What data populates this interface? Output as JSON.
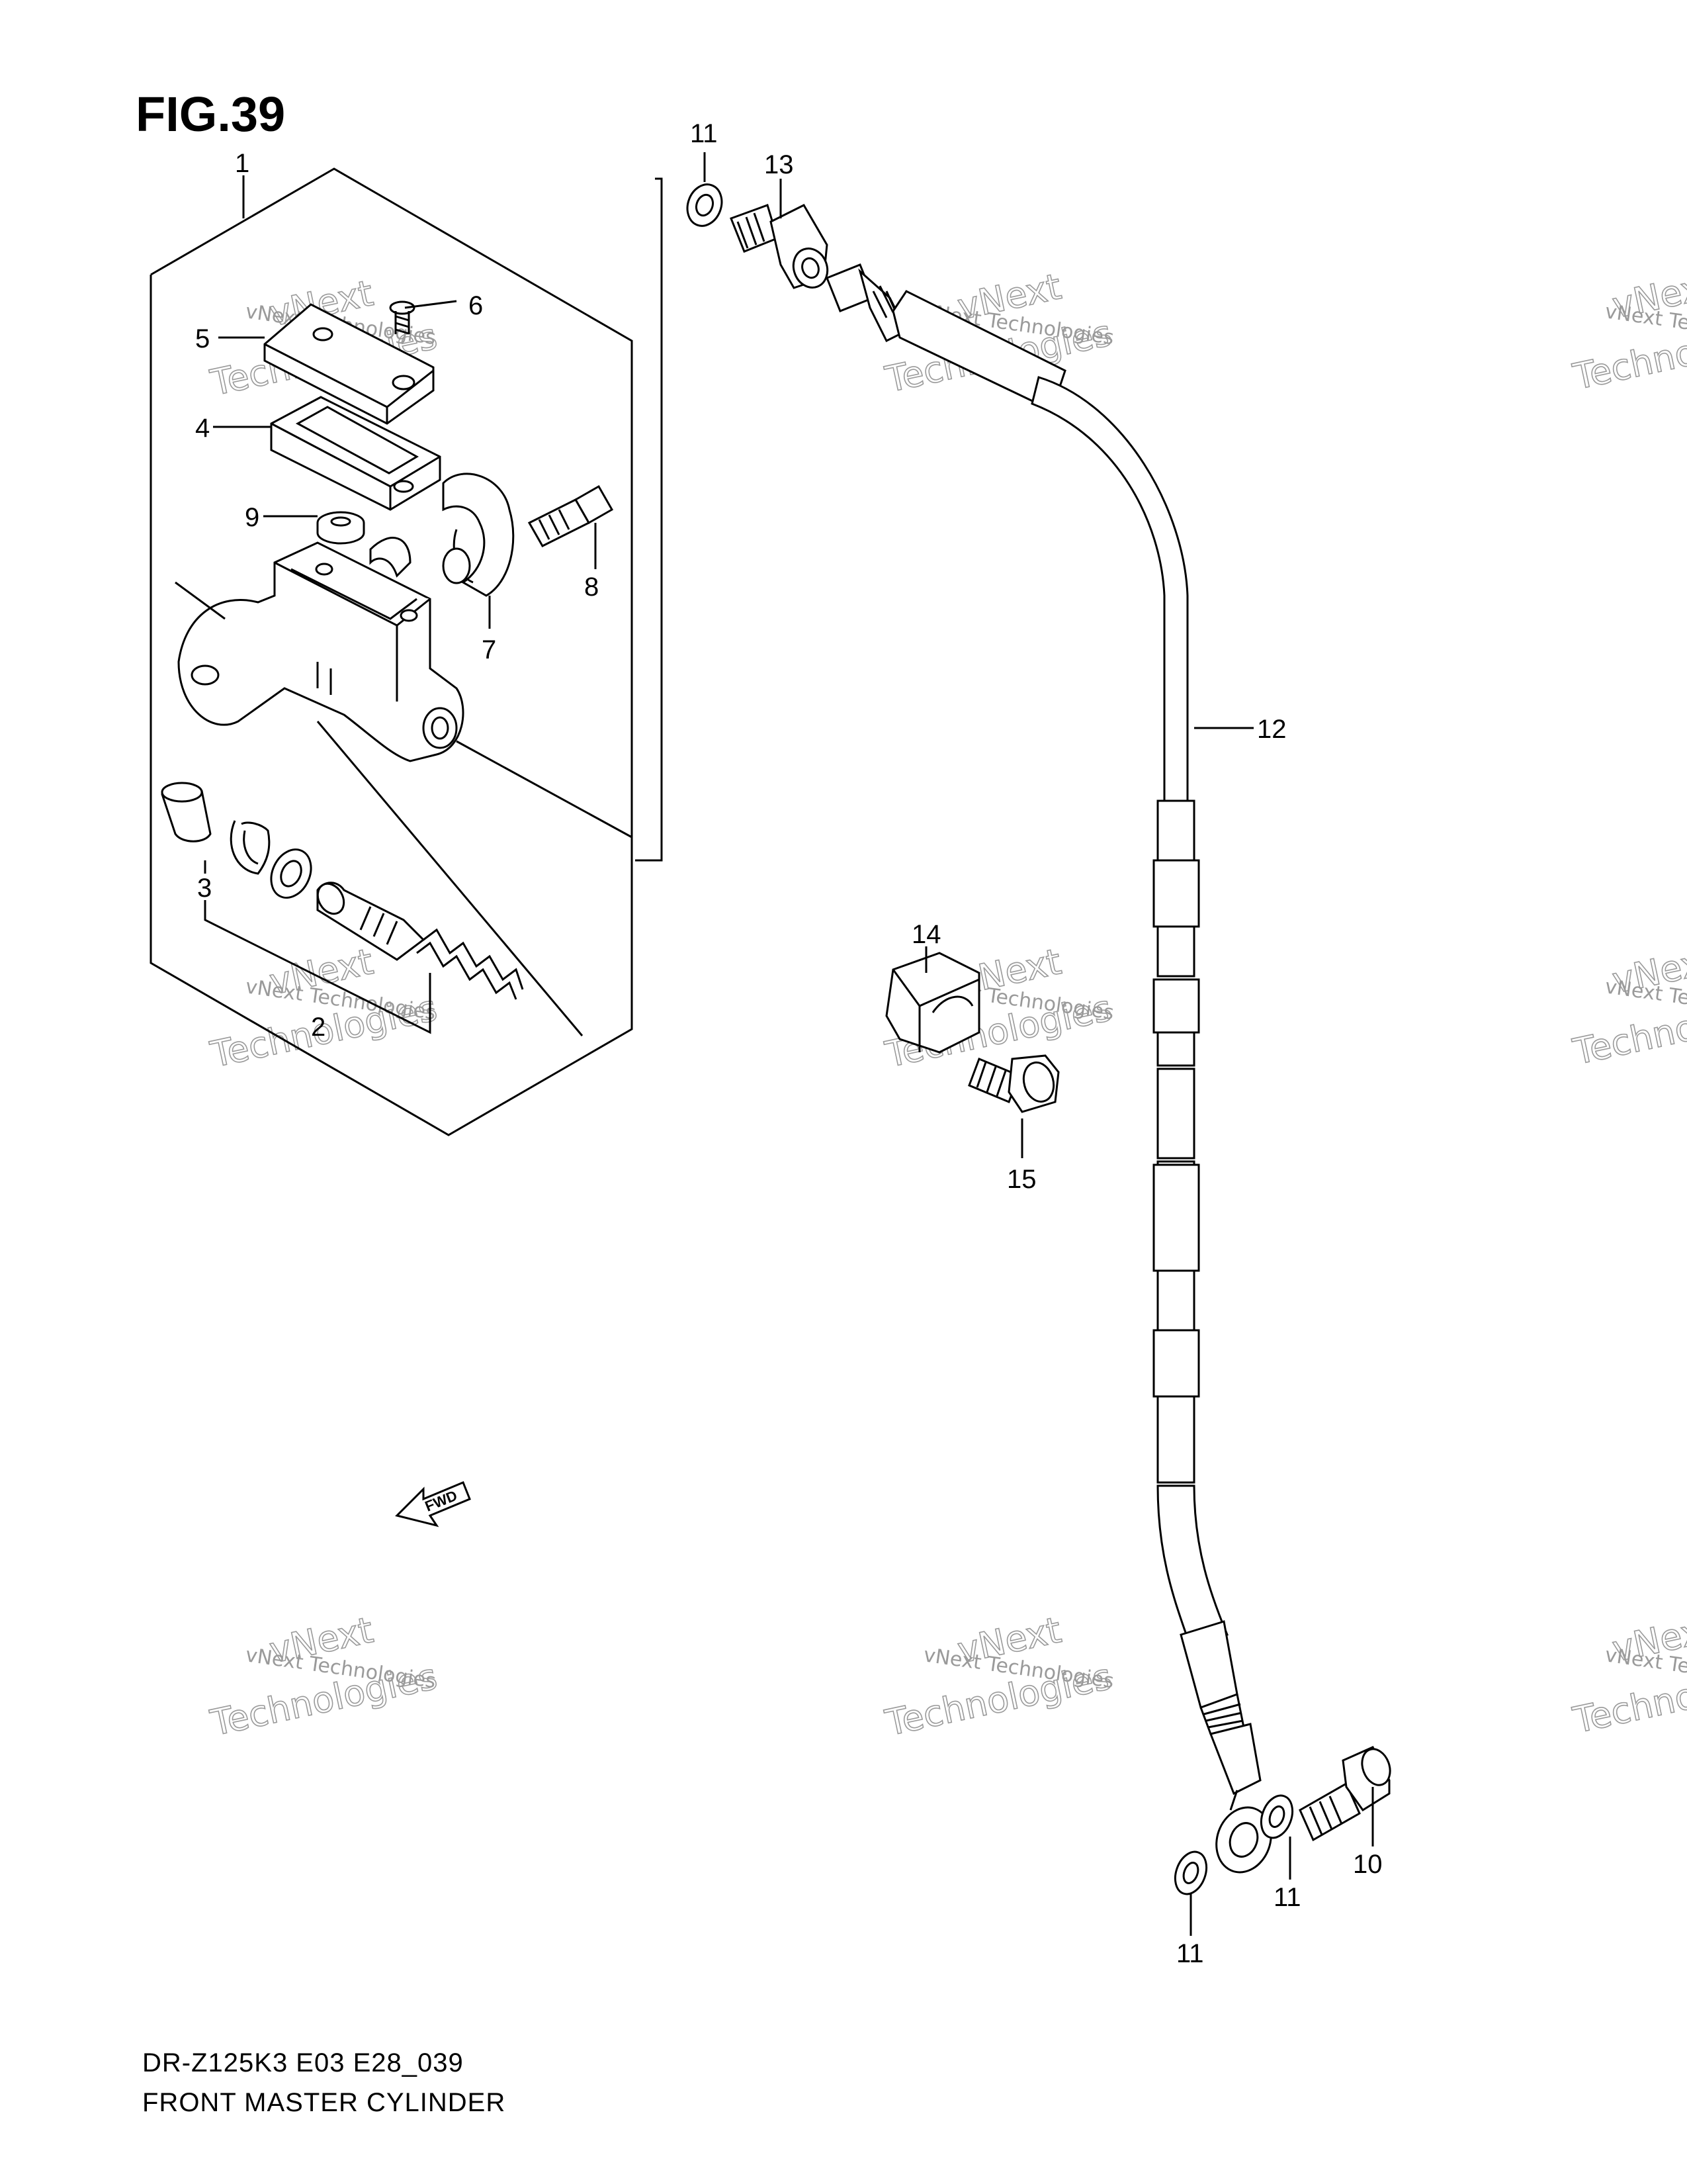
{
  "figure": {
    "title": "FIG.39",
    "code": "DR-Z125K3 E03 E28_039",
    "name": "FRONT MASTER CYLINDER"
  },
  "callouts": {
    "p1": "1",
    "p2": "2",
    "p3": "3",
    "p4": "4",
    "p5": "5",
    "p6": "6",
    "p7": "7",
    "p8": "8",
    "p9": "9",
    "p10": "10",
    "p11a": "11",
    "p11b": "11",
    "p11c": "11",
    "p12": "12",
    "p13": "13",
    "p14": "14",
    "p15": "15"
  },
  "fwd_label": "FWD",
  "watermark": {
    "line1": "vNext Technologies",
    "line2": "vNext",
    "line3": "Technologies"
  }
}
